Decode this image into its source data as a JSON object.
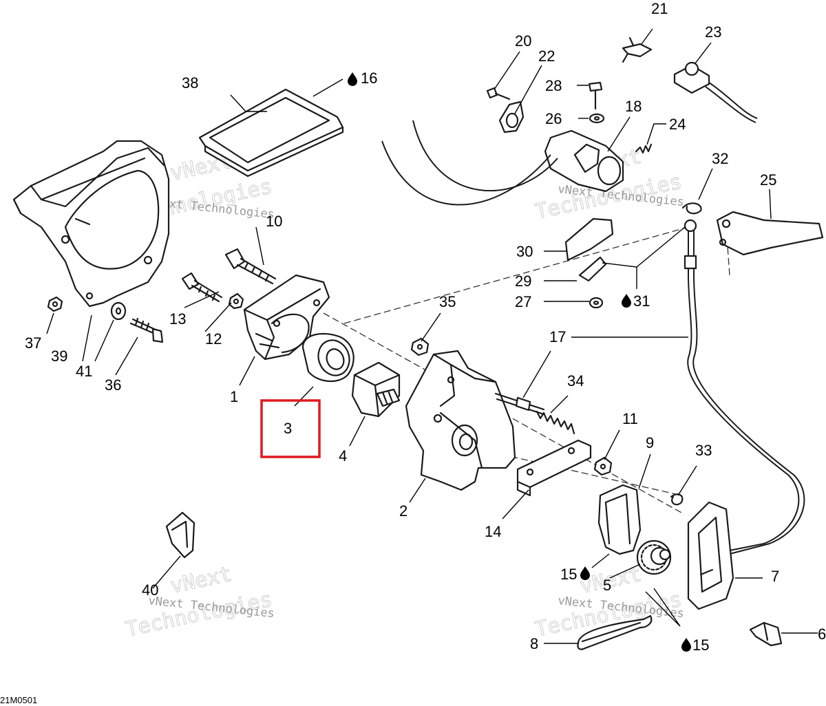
{
  "diagram_code": "21M0501",
  "highlighted_part": "3",
  "watermark": {
    "line1": "vNext",
    "line2": "Technologies",
    "small": "vNext Technologies"
  },
  "callouts": {
    "c1": "1",
    "c2": "2",
    "c3": "3",
    "c4": "4",
    "c5": "5",
    "c6": "6",
    "c7": "7",
    "c8": "8",
    "c9": "9",
    "c10": "10",
    "c11": "11",
    "c12": "12",
    "c13": "13",
    "c14": "14",
    "c15": "15",
    "c15b": "15",
    "c16": "16",
    "c17": "17",
    "c18": "18",
    "c20": "20",
    "c21": "21",
    "c22": "22",
    "c23": "23",
    "c24": "24",
    "c25": "25",
    "c26": "26",
    "c27": "27",
    "c28": "28",
    "c29": "29",
    "c30": "30",
    "c31": "31",
    "c32": "32",
    "c33": "33",
    "c34": "34",
    "c35": "35",
    "c36": "36",
    "c37": "37",
    "c38": "38",
    "c39": "39",
    "c40": "40",
    "c41": "41"
  },
  "icons": {
    "lubricant": "oil-drop-icon"
  }
}
